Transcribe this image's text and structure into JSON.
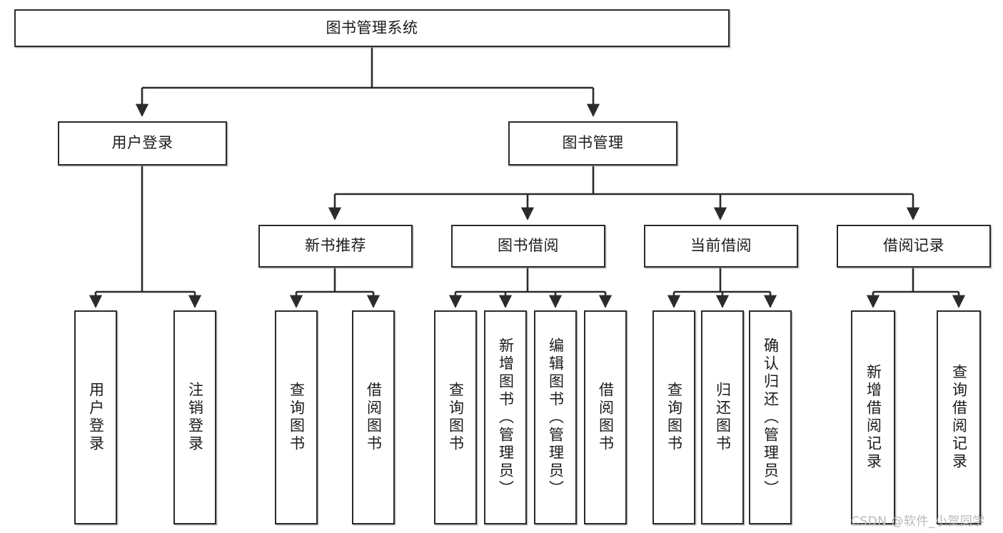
{
  "diagram": {
    "type": "tree-hierarchy",
    "title": "图书管理系统",
    "style": {
      "box_stroke": "#2b2b2b",
      "box_fill": "#ffffff",
      "connector_stroke": "#2b2b2b",
      "text_color": "#1b1b1b",
      "background": "#ffffff",
      "watermark_color": "#b9b9b9"
    },
    "root": {
      "label": "图书管理系统"
    },
    "level2": [
      {
        "label": "用户登录"
      },
      {
        "label": "图书管理"
      }
    ],
    "level3": [
      {
        "label": "新书推荐"
      },
      {
        "label": "图书借阅"
      },
      {
        "label": "当前借阅"
      },
      {
        "label": "借阅记录"
      }
    ],
    "leaves": {
      "user_login": [
        {
          "label": "用户登录"
        },
        {
          "label": "注销登录"
        }
      ],
      "new_book_recommend": [
        {
          "label": "查询图书"
        },
        {
          "label": "借阅图书"
        }
      ],
      "book_borrow": [
        {
          "label": "查询图书"
        },
        {
          "label": "新增图书（管理员）"
        },
        {
          "label": "编辑图书（管理员）"
        },
        {
          "label": "借阅图书"
        }
      ],
      "current_borrow": [
        {
          "label": "查询图书"
        },
        {
          "label": "归还图书"
        },
        {
          "label": "确认归还（管理员）"
        }
      ],
      "borrow_record": [
        {
          "label": "新增借阅记录"
        },
        {
          "label": "查询借阅记录"
        }
      ]
    }
  },
  "watermark": {
    "text": "CSDN @软件_小贺同学"
  }
}
